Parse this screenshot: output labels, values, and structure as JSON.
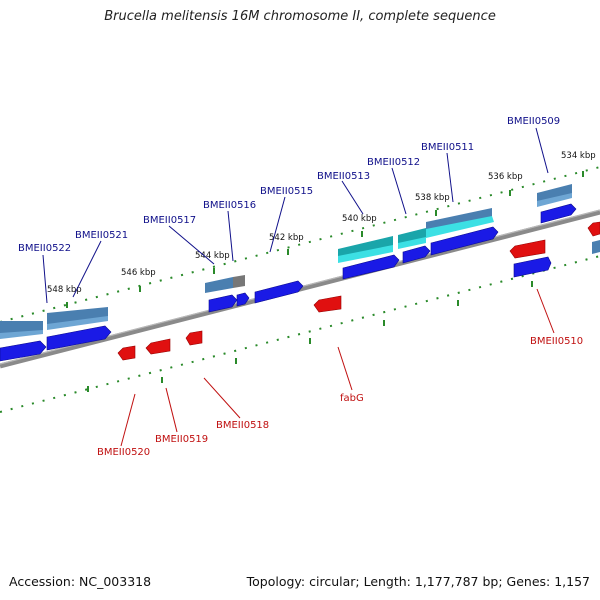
{
  "title": "Brucella melitensis 16M chromosome II, complete sequence",
  "accession": "Accession: NC_003318",
  "topology": "Topology: circular; Length: 1,177,787 bp; Genes: 1,157",
  "colors": {
    "backbone": "#8a8a8a",
    "ticks": "#2a8a2a",
    "forward_gene": "#1a1ae6",
    "reverse_gene": "#e01010",
    "steel_gene": "#4a7fb0",
    "cyan_gene": "#1ac8cc",
    "label_blue": "#10108a",
    "label_red": "#c01010"
  },
  "kbp_labels": [
    "534 kbp",
    "536 kbp",
    "538 kbp",
    "540 kbp",
    "542 kbp",
    "544 kbp",
    "546 kbp",
    "548 kbp"
  ],
  "gene_labels": [
    {
      "name": "BMEII0509",
      "strand": "forward"
    },
    {
      "name": "BMEII0511",
      "strand": "forward"
    },
    {
      "name": "BMEII0512",
      "strand": "forward"
    },
    {
      "name": "BMEII0513",
      "strand": "forward"
    },
    {
      "name": "BMEII0515",
      "strand": "forward"
    },
    {
      "name": "BMEII0516",
      "strand": "forward"
    },
    {
      "name": "BMEII0517",
      "strand": "forward"
    },
    {
      "name": "BMEII0521",
      "strand": "forward"
    },
    {
      "name": "BMEII0522",
      "strand": "forward"
    },
    {
      "name": "BMEII0510",
      "strand": "reverse"
    },
    {
      "name": "fabG",
      "strand": "reverse"
    },
    {
      "name": "BMEII0518",
      "strand": "reverse"
    },
    {
      "name": "BMEII0519",
      "strand": "reverse"
    },
    {
      "name": "BMEII0520",
      "strand": "reverse"
    }
  ]
}
